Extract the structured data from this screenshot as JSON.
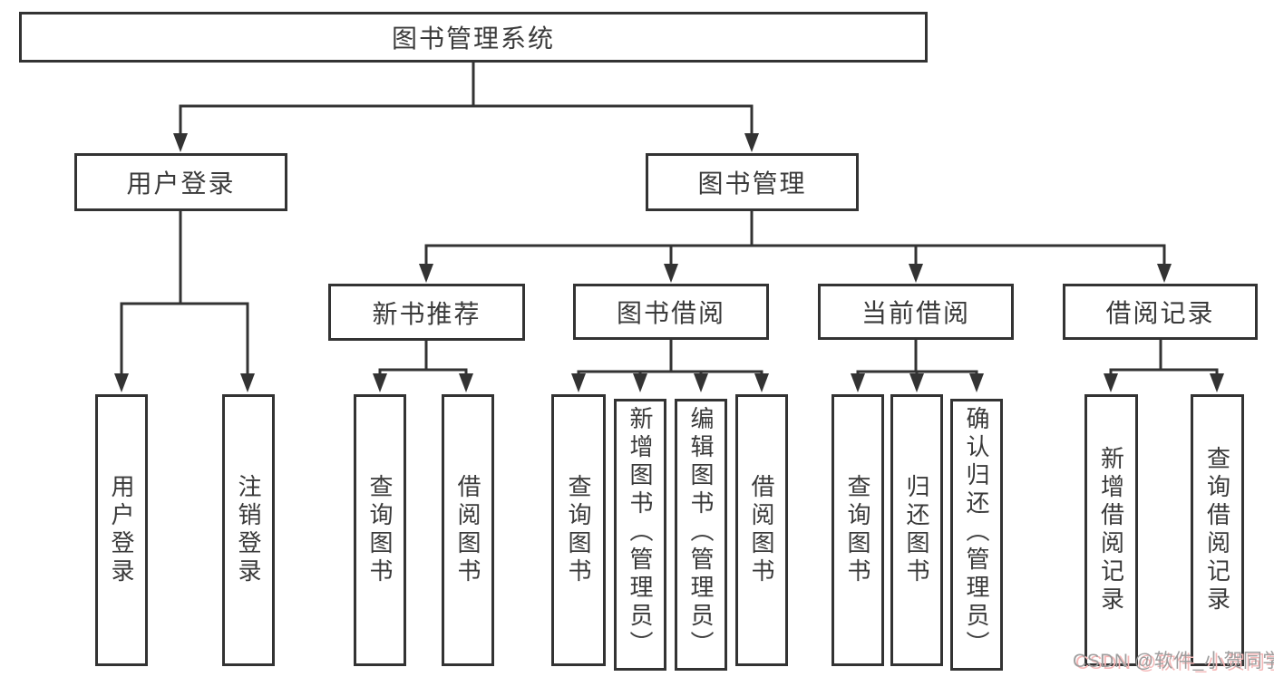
{
  "diagram": {
    "tree": {
      "label": "图书管理系统",
      "children": [
        {
          "label": "用户登录",
          "children": [
            {
              "label": "用户登录"
            },
            {
              "label": "注销登录"
            }
          ]
        },
        {
          "label": "图书管理",
          "children": [
            {
              "label": "新书推荐",
              "children": [
                {
                  "label": "查询图书"
                },
                {
                  "label": "借阅图书"
                }
              ]
            },
            {
              "label": "图书借阅",
              "children": [
                {
                  "label": "查询图书"
                },
                {
                  "label": "新增图书（管理员）"
                },
                {
                  "label": "编辑图书（管理员）"
                },
                {
                  "label": "借阅图书"
                }
              ]
            },
            {
              "label": "当前借阅",
              "children": [
                {
                  "label": "查询图书"
                },
                {
                  "label": "归还图书"
                },
                {
                  "label": "确认归还（管理员）"
                }
              ]
            },
            {
              "label": "借阅记录",
              "children": [
                {
                  "label": "新增借阅记录"
                },
                {
                  "label": "查询借阅记录"
                }
              ]
            }
          ]
        }
      ]
    },
    "colors": {
      "line": "#333333",
      "text": "#3a3a3a",
      "background": "#ffffff",
      "watermark_text": "#9e9e9e",
      "watermark_shadow": "#f5b8b8"
    }
  },
  "watermark": {
    "text": "CSDN @软件_小贺同学"
  }
}
